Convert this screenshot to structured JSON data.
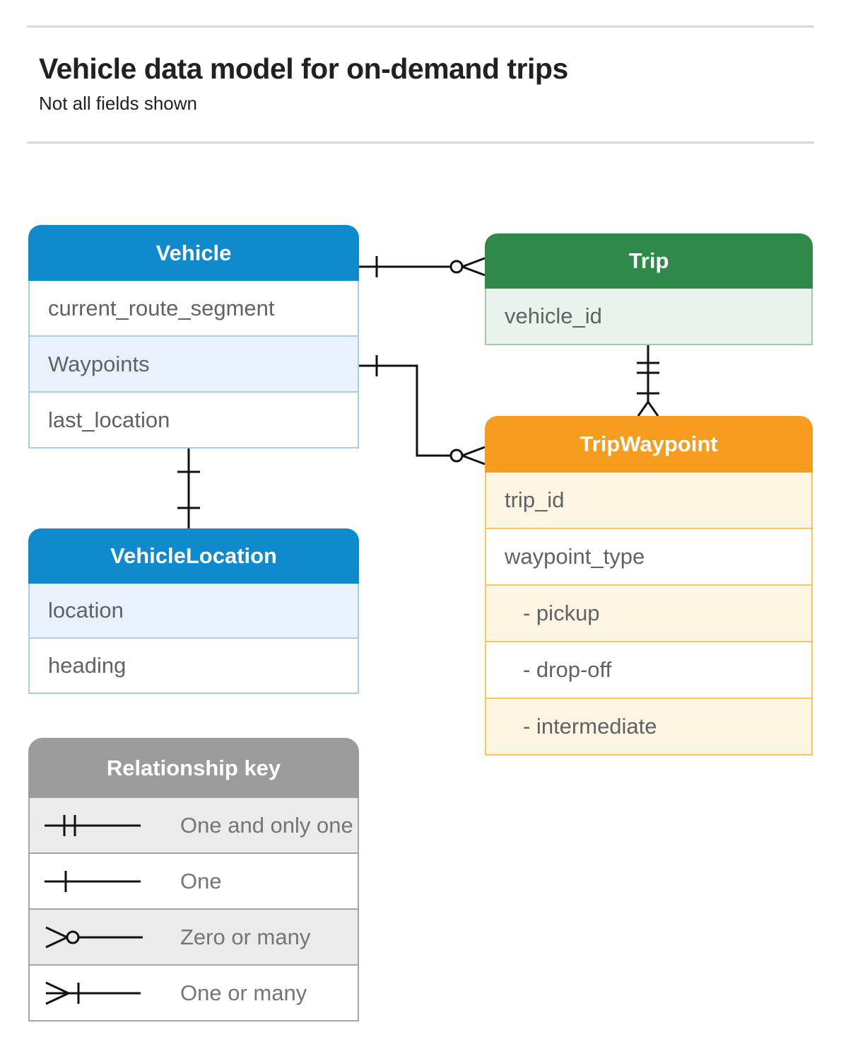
{
  "page": {
    "title": "Vehicle data model for on-demand trips",
    "subtitle": "Not all fields shown"
  },
  "entities": {
    "vehicle": {
      "title": "Vehicle",
      "fields": [
        "current_route_segment",
        "Waypoints",
        "last_location"
      ]
    },
    "trip": {
      "title": "Trip",
      "fields": [
        "vehicle_id"
      ]
    },
    "trip_waypoint": {
      "title": "TripWaypoint",
      "fields": [
        "trip_id",
        "waypoint_type",
        "- pickup",
        "- drop-off",
        "- intermediate"
      ]
    },
    "vehicle_location": {
      "title": "VehicleLocation",
      "fields": [
        "location",
        "heading"
      ]
    }
  },
  "relationships": [
    {
      "from": "Vehicle",
      "to": "Trip",
      "from_end": "one",
      "to_end": "zero-or-many"
    },
    {
      "from": "Vehicle.Waypoints",
      "to": "TripWaypoint",
      "from_end": "one",
      "to_end": "zero-or-many"
    },
    {
      "from": "Vehicle",
      "to": "VehicleLocation",
      "from_end": "one",
      "to_end": "one"
    },
    {
      "from": "Trip",
      "to": "TripWaypoint",
      "from_end": "one-and-only-one",
      "to_end": "one-or-many"
    }
  ],
  "legend": {
    "title": "Relationship key",
    "items": [
      {
        "symbol": "one-and-only-one",
        "label": "One and only one"
      },
      {
        "symbol": "one",
        "label": "One"
      },
      {
        "symbol": "zero-or-many",
        "label": "Zero or many"
      },
      {
        "symbol": "one-or-many",
        "label": "One or many"
      }
    ]
  },
  "colors": {
    "blue": "#0e8acd",
    "blue-light": "#e8f1fc",
    "blue-border": "#a6cdf0",
    "green": "#2f8a4a",
    "green-light": "#eaf3eb",
    "green-border": "#a3cbaa",
    "orange": "#f89c1d",
    "orange-light": "#fdf4e2",
    "orange-border": "#fbc55d",
    "gray": "#9b9b9b",
    "gray-light": "#ebebeb",
    "gray-border": "#a5a5a5",
    "text": "#5f6368",
    "legend-text": "#757575",
    "line": "#111111",
    "divider": "#d8d8d8",
    "title": "#202124"
  }
}
